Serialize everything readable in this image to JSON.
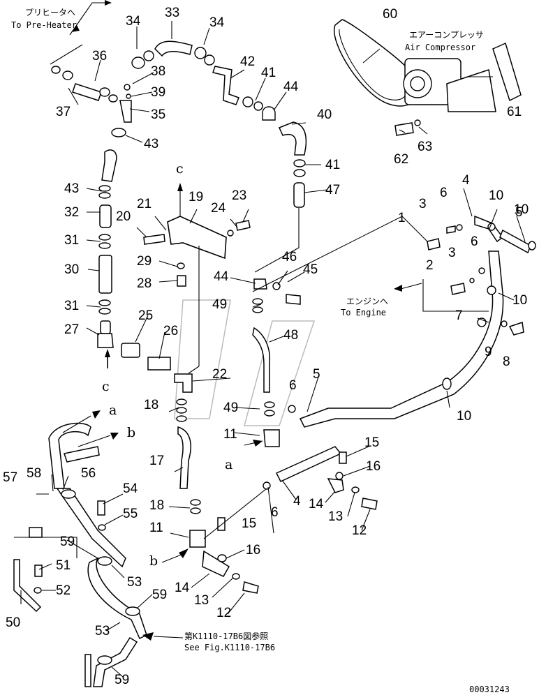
{
  "notes": {
    "pre_heater_jp": "プリヒータへ",
    "pre_heater_en": "To Pre-Heater",
    "compressor_jp": "エアーコンプレッサ",
    "compressor_en": "Air Compressor",
    "engine_jp": "エンジンへ",
    "engine_en": "To Engine",
    "ref_jp": "第K1110-17B6図参照",
    "ref_en": "See Fig.K1110-17B6",
    "drawing_no": "00031243"
  },
  "letters": [
    "c",
    "c",
    "a",
    "b",
    "a",
    "b"
  ],
  "part_numbers": [
    "1",
    "2",
    "3",
    "3",
    "4",
    "4",
    "5",
    "5",
    "6",
    "6",
    "6",
    "6",
    "7",
    "8",
    "9",
    "10",
    "10",
    "10",
    "10",
    "10",
    "11",
    "11",
    "12",
    "12",
    "13",
    "13",
    "14",
    "14",
    "15",
    "15",
    "16",
    "16",
    "17",
    "18",
    "18",
    "19",
    "20",
    "21",
    "22",
    "23",
    "24",
    "25",
    "26",
    "27",
    "28",
    "29",
    "30",
    "31",
    "31",
    "32",
    "33",
    "34",
    "34",
    "35",
    "36",
    "37",
    "38",
    "39",
    "40",
    "41",
    "41",
    "42",
    "43",
    "43",
    "44",
    "44",
    "45",
    "46",
    "47",
    "48",
    "49",
    "49",
    "50",
    "51",
    "52",
    "53",
    "53",
    "54",
    "55",
    "56",
    "57",
    "58",
    "59",
    "59",
    "59",
    "60",
    "61",
    "62",
    "63"
  ]
}
